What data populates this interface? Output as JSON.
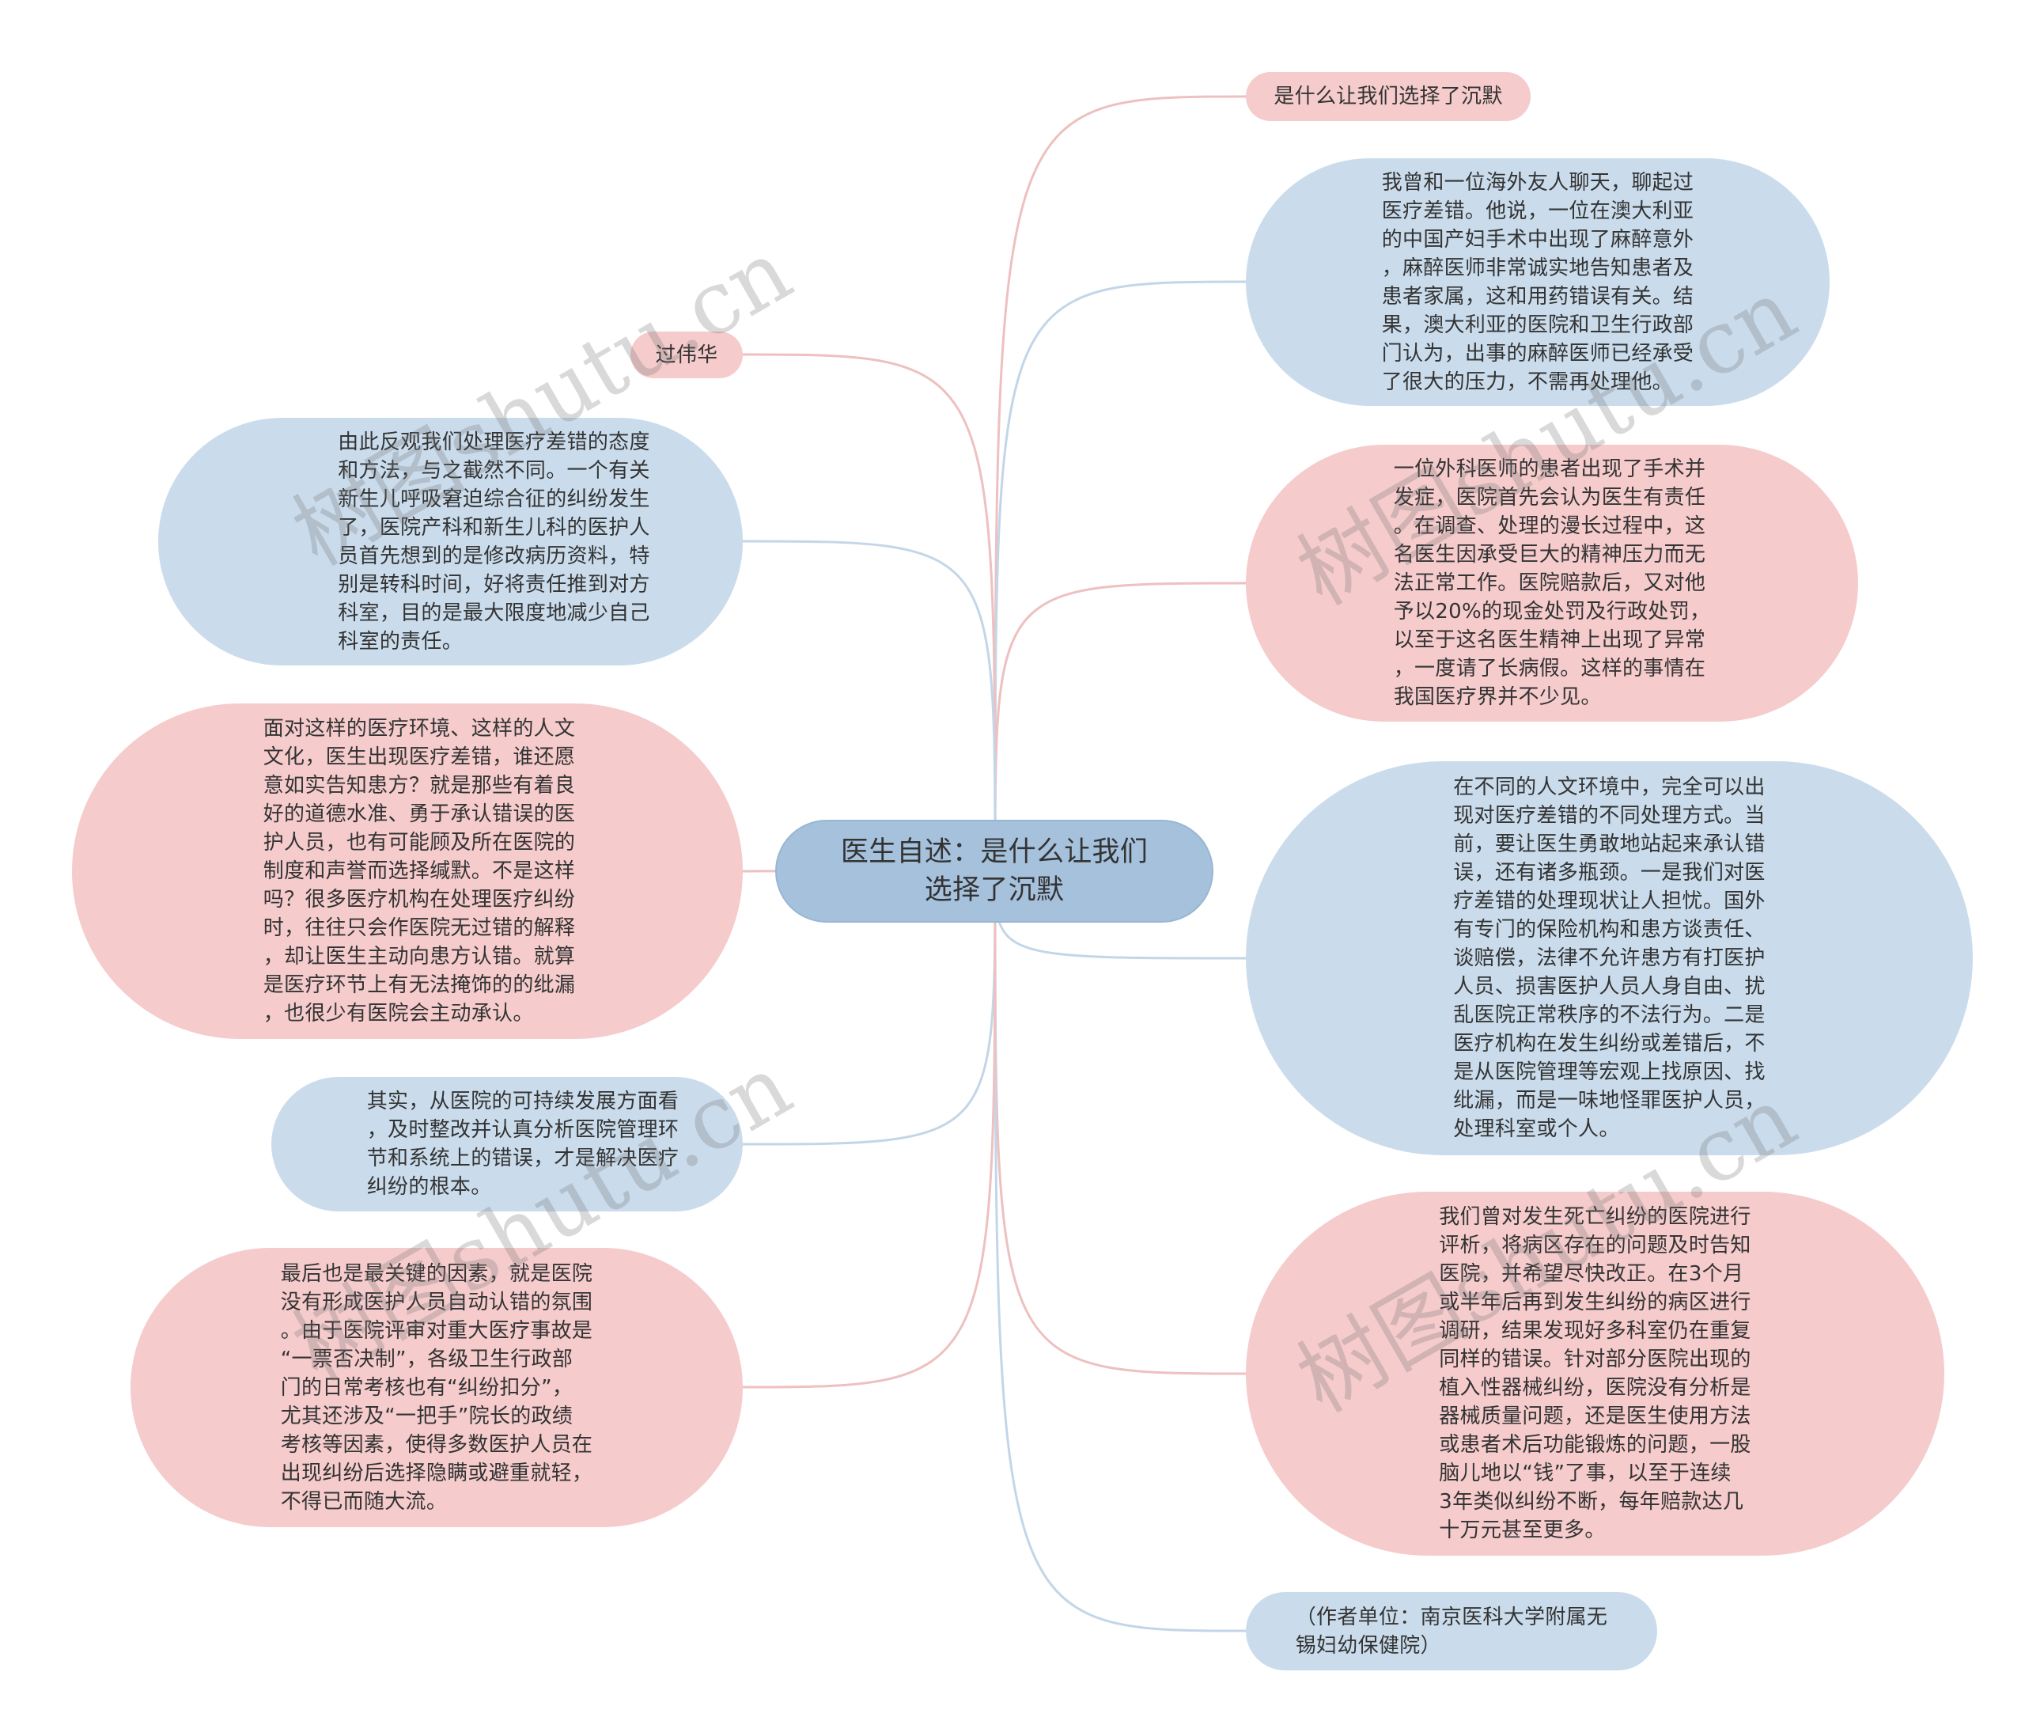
{
  "center": {
    "title": "医生自述：是什么让我们\n选择了沉默"
  },
  "right_nodes": [
    {
      "text": "是什么让我们选择了沉默"
    },
    {
      "text": "我曾和一位海外友人聊天，聊起过\n医疗差错。他说，一位在澳大利亚\n的中国产妇手术中出现了麻醉意外\n，麻醉医师非常诚实地告知患者及\n患者家属，这和用药错误有关。结\n果，澳大利亚的医院和卫生行政部\n门认为，出事的麻醉医师已经承受\n了很大的压力，不需再处理他。"
    },
    {
      "text": "一位外科医师的患者出现了手术并\n发症，医院首先会认为医生有责任\n。在调查、处理的漫长过程中，这\n名医生因承受巨大的精神压力而无\n法正常工作。医院赔款后，又对他\n予以20%的现金处罚及行政处罚，\n以至于这名医生精神上出现了异常\n，一度请了长病假。这样的事情在\n我国医疗界并不少见。"
    },
    {
      "text": "在不同的人文环境中，完全可以出\n现对医疗差错的不同处理方式。当\n前，要让医生勇敢地站起来承认错\n误，还有诸多瓶颈。一是我们对医\n疗差错的处理现状让人担忧。国外\n有专门的保险机构和患方谈责任、\n谈赔偿，法律不允许患方有打医护\n人员、损害医护人员人身自由、扰\n乱医院正常秩序的不法行为。二是\n医疗机构在发生纠纷或差错后，不\n是从医院管理等宏观上找原因、找\n纰漏，而是一味地怪罪医护人员，\n处理科室或个人。"
    },
    {
      "text": "我们曾对发生死亡纠纷的医院进行\n评析，将病区存在的问题及时告知\n医院，并希望尽快改正。在3个月\n或半年后再到发生纠纷的病区进行\n调研，结果发现好多科室仍在重复\n同样的错误。针对部分医院出现的\n植入性器械纠纷，医院没有分析是\n器械质量问题，还是医生使用方法\n或患者术后功能锻炼的问题，一股\n脑儿地以“钱”了事，以至于连续\n3年类似纠纷不断，每年赔款达几\n十万元甚至更多。"
    },
    {
      "text": "（作者单位：南京医科大学附属无\n锡妇幼保健院）"
    }
  ],
  "left_nodes": [
    {
      "text": "过伟华"
    },
    {
      "text": "由此反观我们处理医疗差错的态度\n和方法，与之截然不同。一个有关\n新生儿呼吸窘迫综合征的纠纷发生\n了，医院产科和新生儿科的医护人\n员首先想到的是修改病历资料，特\n别是转科时间，好将责任推到对方\n科室，目的是最大限度地减少自己\n科室的责任。"
    },
    {
      "text": "面对这样的医疗环境、这样的人文\n文化，医生出现医疗差错，谁还愿\n意如实告知患方？就是那些有着良\n好的道德水准、勇于承认错误的医\n护人员，也有可能顾及所在医院的\n制度和声誉而选择缄默。不是这样\n吗？很多医疗机构在处理医疗纠纷\n时，往往只会作医院无过错的解释\n，却让医生主动向患方认错。就算\n是医疗环节上有无法掩饰的的纰漏\n，也很少有医院会主动承认。"
    },
    {
      "text": "其实，从医院的可持续发展方面看\n，及时整改并认真分析医院管理环\n节和系统上的错误，才是解决医疗\n纠纷的根本。"
    },
    {
      "text": "最后也是最关键的因素，就是医院\n没有形成医护人员自动认错的氛围\n。由于医院评审对重大医疗事故是\n“一票否决制”，各级卫生行政部\n门的日常考核也有“纠纷扣分”，\n尤其还涉及“一把手”院长的政绩\n考核等因素，使得多数医护人员在\n出现纠纷后选择隐瞒或避重就轻，\n不得已而随大流。"
    }
  ],
  "watermark": "树图shutu.cn",
  "colors": {
    "blue": "#cadcec",
    "pink": "#f5cbcc",
    "center": "#a5c1dc",
    "link_blue": "#c3d6e8",
    "link_pink": "#eec0c0"
  }
}
